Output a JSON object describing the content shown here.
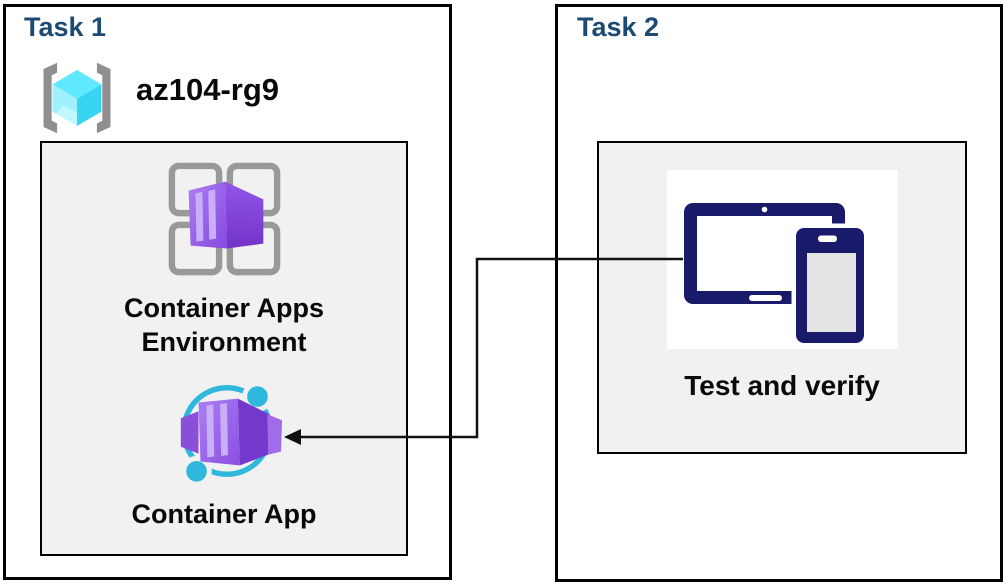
{
  "task1": {
    "title": "Task 1",
    "resource_group_name": "az104-rg9",
    "environment_label": "Container Apps Environment",
    "container_app_label": "Container App"
  },
  "task2": {
    "title": "Task 2",
    "test_label": "Test and verify"
  },
  "connector": {
    "from": "Test and verify",
    "to": "Container App",
    "style": "elbow-arrow-left"
  },
  "icons": {
    "resource_group": "resource-group-icon",
    "environment": "container-apps-environment-icon",
    "container_app": "container-app-icon",
    "devices": "tablet-phone-icon"
  },
  "colors": {
    "header_text": "#1B4A72",
    "body_text": "#0A0A0A",
    "panel_bg": "#F1F1F1",
    "box_border": "#000000",
    "azure_purple": "#8A4FE0",
    "azure_purple_dark": "#7637CC",
    "azure_cyan": "#2FB8DC",
    "rg_cube_cyan": "#5FE8FF",
    "device_navy": "#1A1A6B",
    "icon_gray": "#999999"
  }
}
